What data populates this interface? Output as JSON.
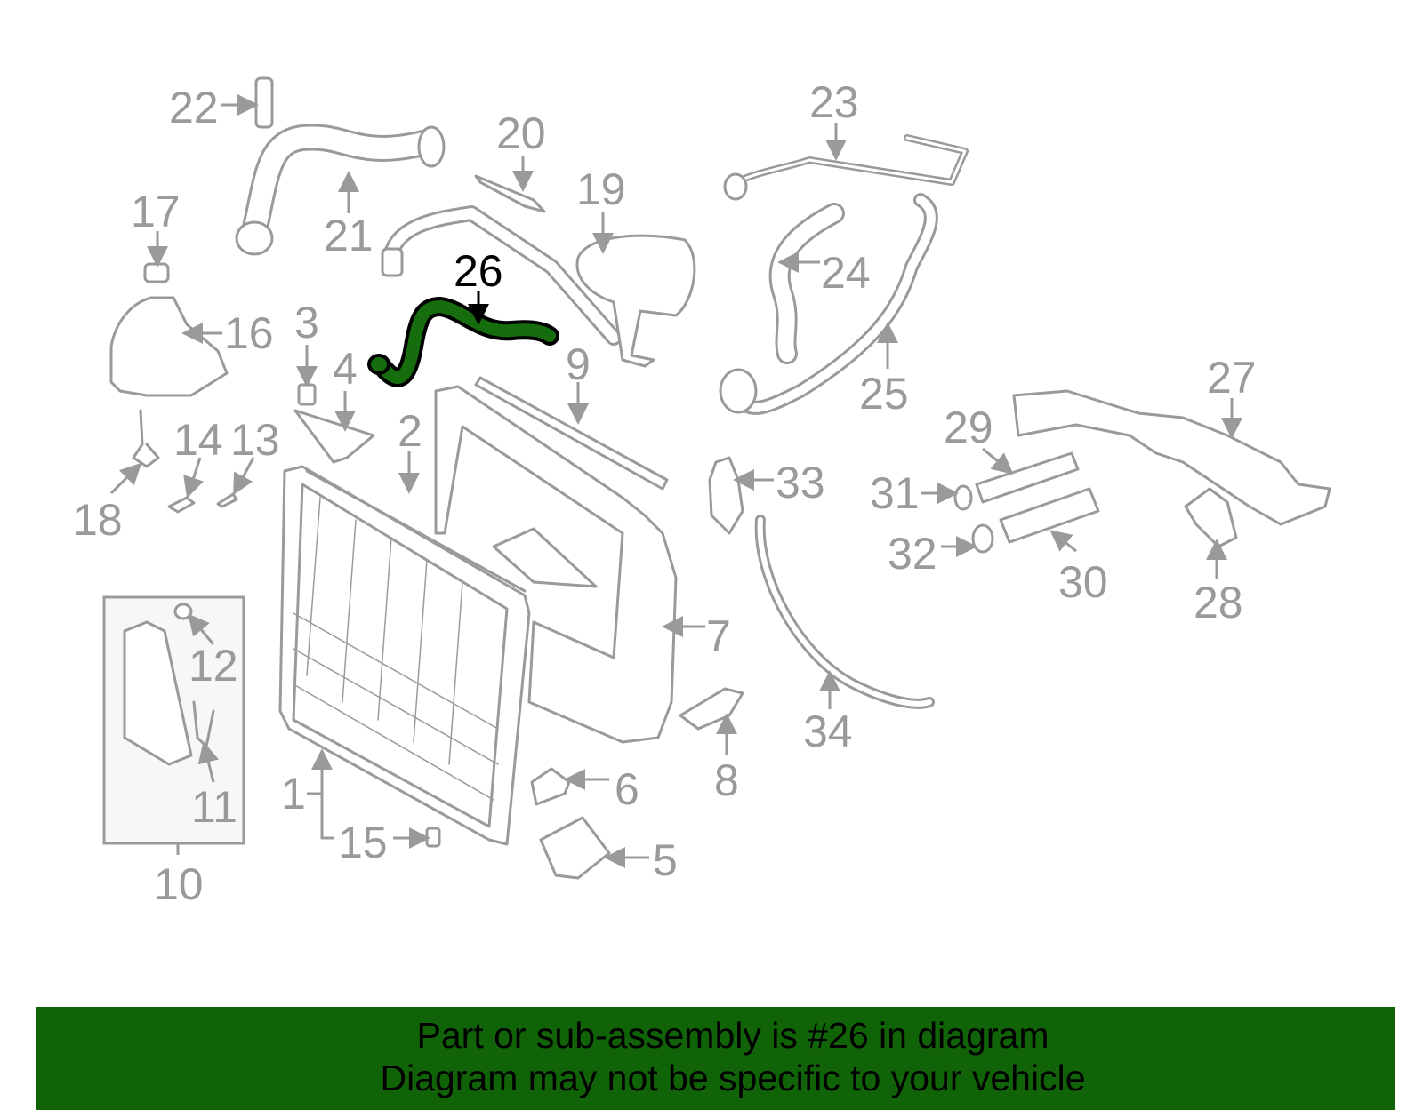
{
  "highlight": {
    "part_number": "26",
    "color": "#166d0d"
  },
  "callouts": {
    "p1": "1",
    "p2": "2",
    "p3": "3",
    "p4": "4",
    "p5": "5",
    "p6": "6",
    "p7": "7",
    "p8": "8",
    "p9": "9",
    "p10": "10",
    "p11": "11",
    "p12": "12",
    "p13": "13",
    "p14": "14",
    "p15": "15",
    "p16": "16",
    "p17": "17",
    "p18": "18",
    "p19": "19",
    "p20": "20",
    "p21": "21",
    "p22": "22",
    "p23": "23",
    "p24": "24",
    "p25": "25",
    "p26": "26",
    "p27": "27",
    "p28": "28",
    "p29": "29",
    "p30": "30",
    "p31": "31",
    "p32": "32",
    "p33": "33",
    "p34": "34"
  },
  "banner": {
    "line1": "Part or sub-assembly is #26 in diagram",
    "line2": "Diagram may not be specific to your vehicle",
    "color": "#116307"
  }
}
